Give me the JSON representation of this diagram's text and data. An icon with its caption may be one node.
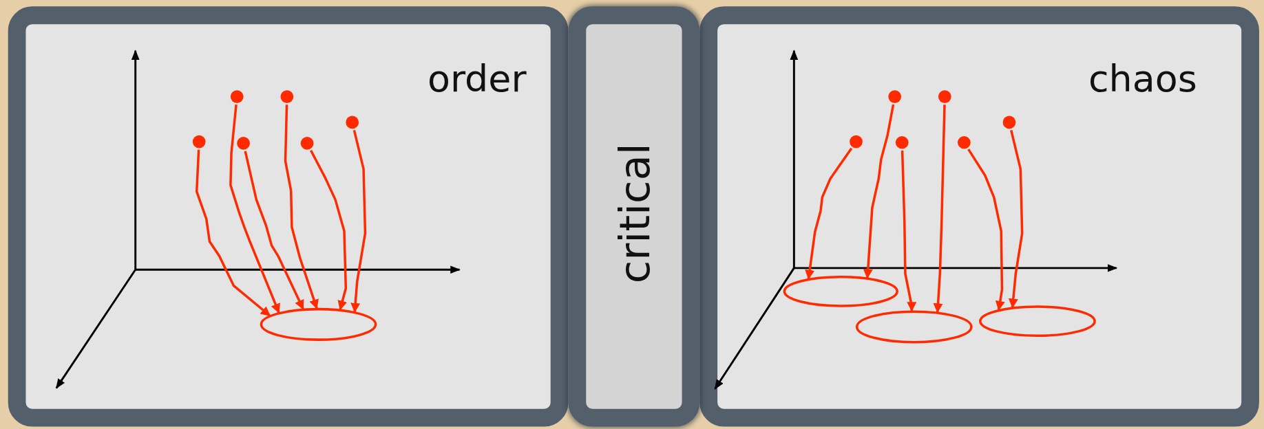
{
  "diagram": {
    "nodes": [
      {
        "text": [
          "order"
        ]
      },
      {
        "text": [],
        "shape": "circle",
        "in": 0
      },
      {
        "text": [],
        "shape": "circle",
        "in": 0
      },
      {
        "text": [],
        "shape": "circle",
        "in": 0
      },
      {
        "text": [],
        "shape": "circle",
        "in": 0
      },
      {
        "text": [],
        "shape": "circle",
        "in": 0
      },
      {
        "text": [],
        "shape": "circle",
        "in": 0
      },
      {
        "text": [],
        "shape": "ellipse",
        "in": 0
      },
      {
        "text": [
          "critical"
        ]
      },
      {
        "text": [
          "chaos"
        ]
      },
      {
        "text": [],
        "shape": "circle",
        "in": 9
      },
      {
        "text": [],
        "shape": "circle",
        "in": 9
      },
      {
        "text": [],
        "shape": "circle",
        "in": 9
      },
      {
        "text": [],
        "shape": "circle",
        "in": 9
      },
      {
        "text": [],
        "shape": "circle",
        "in": 9
      },
      {
        "text": [],
        "shape": "circle",
        "in": 9
      },
      {
        "text": [],
        "shape": "ellipse",
        "in": 9
      },
      {
        "text": [],
        "shape": "ellipse",
        "in": 9
      },
      {
        "text": [],
        "shape": "ellipse",
        "in": 9
      }
    ],
    "edges": [
      {
        "from": 1,
        "to": 7,
        "arrow": "to"
      },
      {
        "from": 2,
        "to": 7,
        "arrow": "to"
      },
      {
        "from": 3,
        "to": 7,
        "arrow": "to"
      },
      {
        "from": 4,
        "to": 7,
        "arrow": "to"
      },
      {
        "from": 5,
        "to": 7,
        "arrow": "to"
      },
      {
        "from": 6,
        "to": 7,
        "arrow": "to"
      },
      {
        "from": 10,
        "to": 16,
        "arrow": "to"
      },
      {
        "from": 11,
        "to": 16,
        "arrow": "to"
      },
      {
        "from": 12,
        "to": 17,
        "arrow": "to"
      },
      {
        "from": 13,
        "to": 17,
        "arrow": "to"
      },
      {
        "from": 14,
        "to": 18,
        "arrow": "to"
      },
      {
        "from": 15,
        "to": 18,
        "arrow": "to"
      }
    ]
  }
}
